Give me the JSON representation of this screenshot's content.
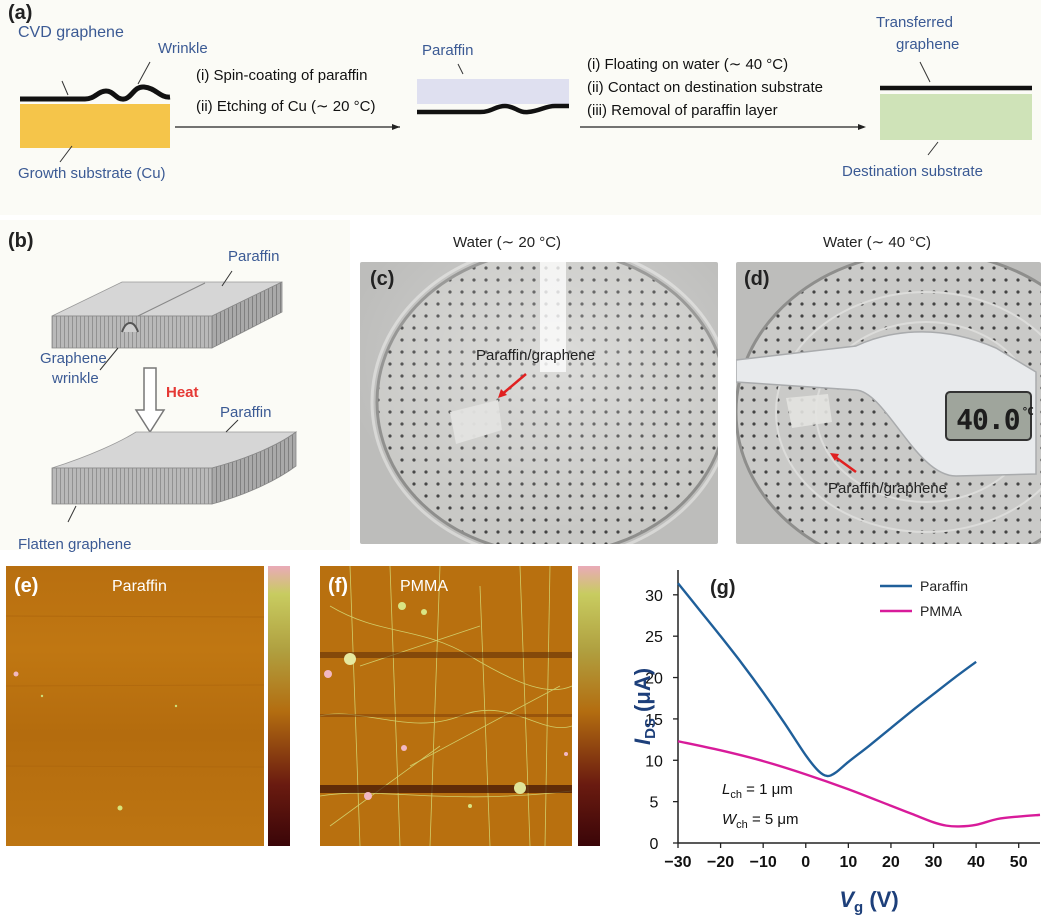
{
  "panel_a": {
    "label": "(a)",
    "cvd_graphene": "CVD graphene",
    "wrinkle": "Wrinkle",
    "growth_substrate": "Growth substrate (Cu)",
    "step1_line1": "(i) Spin-coating of paraffin",
    "step1_line2": "(ii) Etching of Cu (∼ 20 °C)",
    "paraffin": "Paraffin",
    "step2_line1": "(i) Floating on water (∼ 40 °C)",
    "step2_line2": "(ii) Contact on destination substrate",
    "step2_line3": "(iii) Removal of paraffin layer",
    "transferred_line1": "Transferred",
    "transferred_line2": "graphene",
    "destination_substrate": "Destination substrate"
  },
  "panel_b": {
    "label": "(b)",
    "paraffin_top": "Paraffin",
    "graphene_line1": "Graphene",
    "graphene_line2": "wrinkle",
    "heat": "Heat",
    "paraffin_bottom": "Paraffin",
    "flatten": "Flatten graphene"
  },
  "panel_c": {
    "label": "(c)",
    "title": "Water (∼ 20 °C)",
    "annotation": "Paraffin/graphene"
  },
  "panel_d": {
    "label": "(d)",
    "title": "Water (∼ 40 °C)",
    "annotation": "Paraffin/graphene",
    "thermometer": "40.0",
    "thermometer_unit": "°C"
  },
  "panel_e": {
    "label": "(e)",
    "title": "Paraffin"
  },
  "panel_f": {
    "label": "(f)",
    "title": "PMMA"
  },
  "colors": {
    "paraffin_series": "#1f5f9a",
    "pmma_series": "#d81b9a",
    "substrate_cu": "#f5c54a",
    "destination": "#cfe3b8",
    "paraffin_layer": "#dfe0f0",
    "label_blue": "#3b5a94",
    "heat_red": "#e53935"
  },
  "chart_data": {
    "type": "line",
    "panel_label": "(g)",
    "xlabel": "V",
    "xlabel_sub": "g",
    "xlabel_unit": "(V)",
    "ylabel": "I",
    "ylabel_sub": "DS",
    "ylabel_unit": "(μA)",
    "xlim": [
      -30,
      55
    ],
    "ylim": [
      0,
      33
    ],
    "xticks": [
      -30,
      -20,
      -10,
      0,
      10,
      20,
      30,
      40,
      50
    ],
    "xtick_labels": [
      "−30",
      "−20",
      "−10",
      "0",
      "10",
      "20",
      "30",
      "40",
      "50"
    ],
    "yticks": [
      0,
      5,
      10,
      15,
      20,
      25,
      30
    ],
    "legend_position": "top-right",
    "annotation_l_main": "L",
    "annotation_l_sub": "ch",
    "annotation_l_value": " = 1 μm",
    "annotation_w_main": "W",
    "annotation_w_sub": "ch",
    "annotation_w_value": " = 5 μm",
    "series": [
      {
        "name": "Paraffin",
        "color": "#1f5f9a",
        "x": [
          -30,
          -25,
          -20,
          -15,
          -10,
          -5,
          0,
          3,
          5,
          7,
          10,
          15,
          20,
          25,
          30,
          35,
          40
        ],
        "y": [
          31.4,
          28.2,
          25.0,
          21.7,
          18.2,
          14.5,
          10.6,
          8.7,
          8.1,
          8.5,
          9.8,
          11.8,
          13.9,
          16.0,
          18.0,
          20.0,
          21.9
        ]
      },
      {
        "name": "PMMA",
        "color": "#d81b9a",
        "x": [
          -30,
          -20,
          -10,
          0,
          10,
          20,
          25,
          30,
          33,
          36,
          40,
          45,
          50,
          55
        ],
        "y": [
          12.3,
          11.2,
          9.9,
          8.3,
          6.5,
          4.5,
          3.5,
          2.5,
          2.1,
          2.0,
          2.2,
          2.9,
          3.2,
          3.4
        ]
      }
    ]
  }
}
